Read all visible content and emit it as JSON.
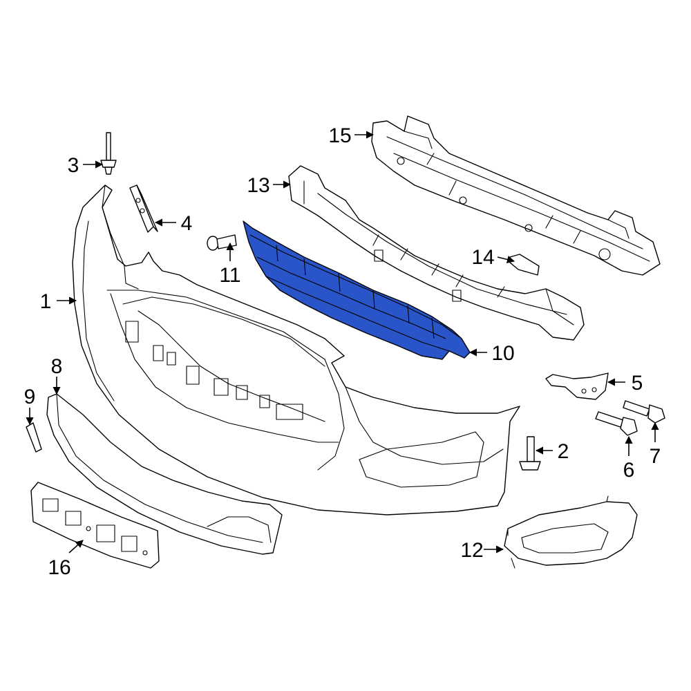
{
  "diagram": {
    "highlight_color": "#2a55c8",
    "callouts": [
      {
        "id": "1",
        "label": "1"
      },
      {
        "id": "2",
        "label": "2"
      },
      {
        "id": "3",
        "label": "3"
      },
      {
        "id": "4",
        "label": "4"
      },
      {
        "id": "5",
        "label": "5"
      },
      {
        "id": "6",
        "label": "6"
      },
      {
        "id": "7",
        "label": "7"
      },
      {
        "id": "8",
        "label": "8"
      },
      {
        "id": "9",
        "label": "9"
      },
      {
        "id": "10",
        "label": "10"
      },
      {
        "id": "11",
        "label": "11"
      },
      {
        "id": "12",
        "label": "12"
      },
      {
        "id": "13",
        "label": "13"
      },
      {
        "id": "14",
        "label": "14"
      },
      {
        "id": "15",
        "label": "15"
      },
      {
        "id": "16",
        "label": "16"
      }
    ]
  }
}
